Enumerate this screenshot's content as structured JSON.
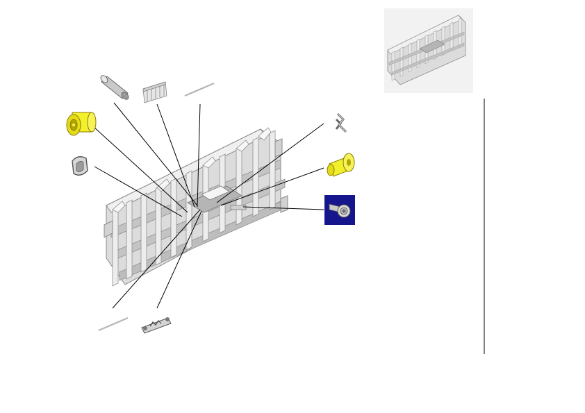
{
  "diagram": {
    "view": "exploded-parts-view",
    "colors": {
      "background": "#ffffff",
      "assembly_fill": "#e3e3e3",
      "assembly_shade": "#b8b8b8",
      "assembly_edge": "#8a8a8a",
      "leader_line": "#000000",
      "bushing_yellow": "#f2ef2c",
      "bushing_yellow_shade": "#b3a600",
      "highlight_box": "#16168c",
      "divider": "#000000"
    },
    "parts": [
      {
        "id": "main-assembly",
        "kind": "ribbed-guide-frame"
      },
      {
        "id": "thumbnail-assembly",
        "kind": "ribbed-guide-frame"
      },
      {
        "id": "roller-pin",
        "kind": "cylinder-rod"
      },
      {
        "id": "small-comb",
        "kind": "comb-insert"
      },
      {
        "id": "thin-rod-top",
        "kind": "wire-rod"
      },
      {
        "id": "bushing-left",
        "kind": "flanged-bushing",
        "color": "yellow"
      },
      {
        "id": "oval-ring",
        "kind": "oval-collar"
      },
      {
        "id": "spring-clip",
        "kind": "wire-clip"
      },
      {
        "id": "bushing-right",
        "kind": "flanged-bushing",
        "color": "yellow"
      },
      {
        "id": "screw",
        "kind": "shoulder-screw",
        "highlighted": true
      },
      {
        "id": "thin-rod-bottom",
        "kind": "wire-rod"
      },
      {
        "id": "link-bracket",
        "kind": "slotted-bracket"
      }
    ]
  }
}
